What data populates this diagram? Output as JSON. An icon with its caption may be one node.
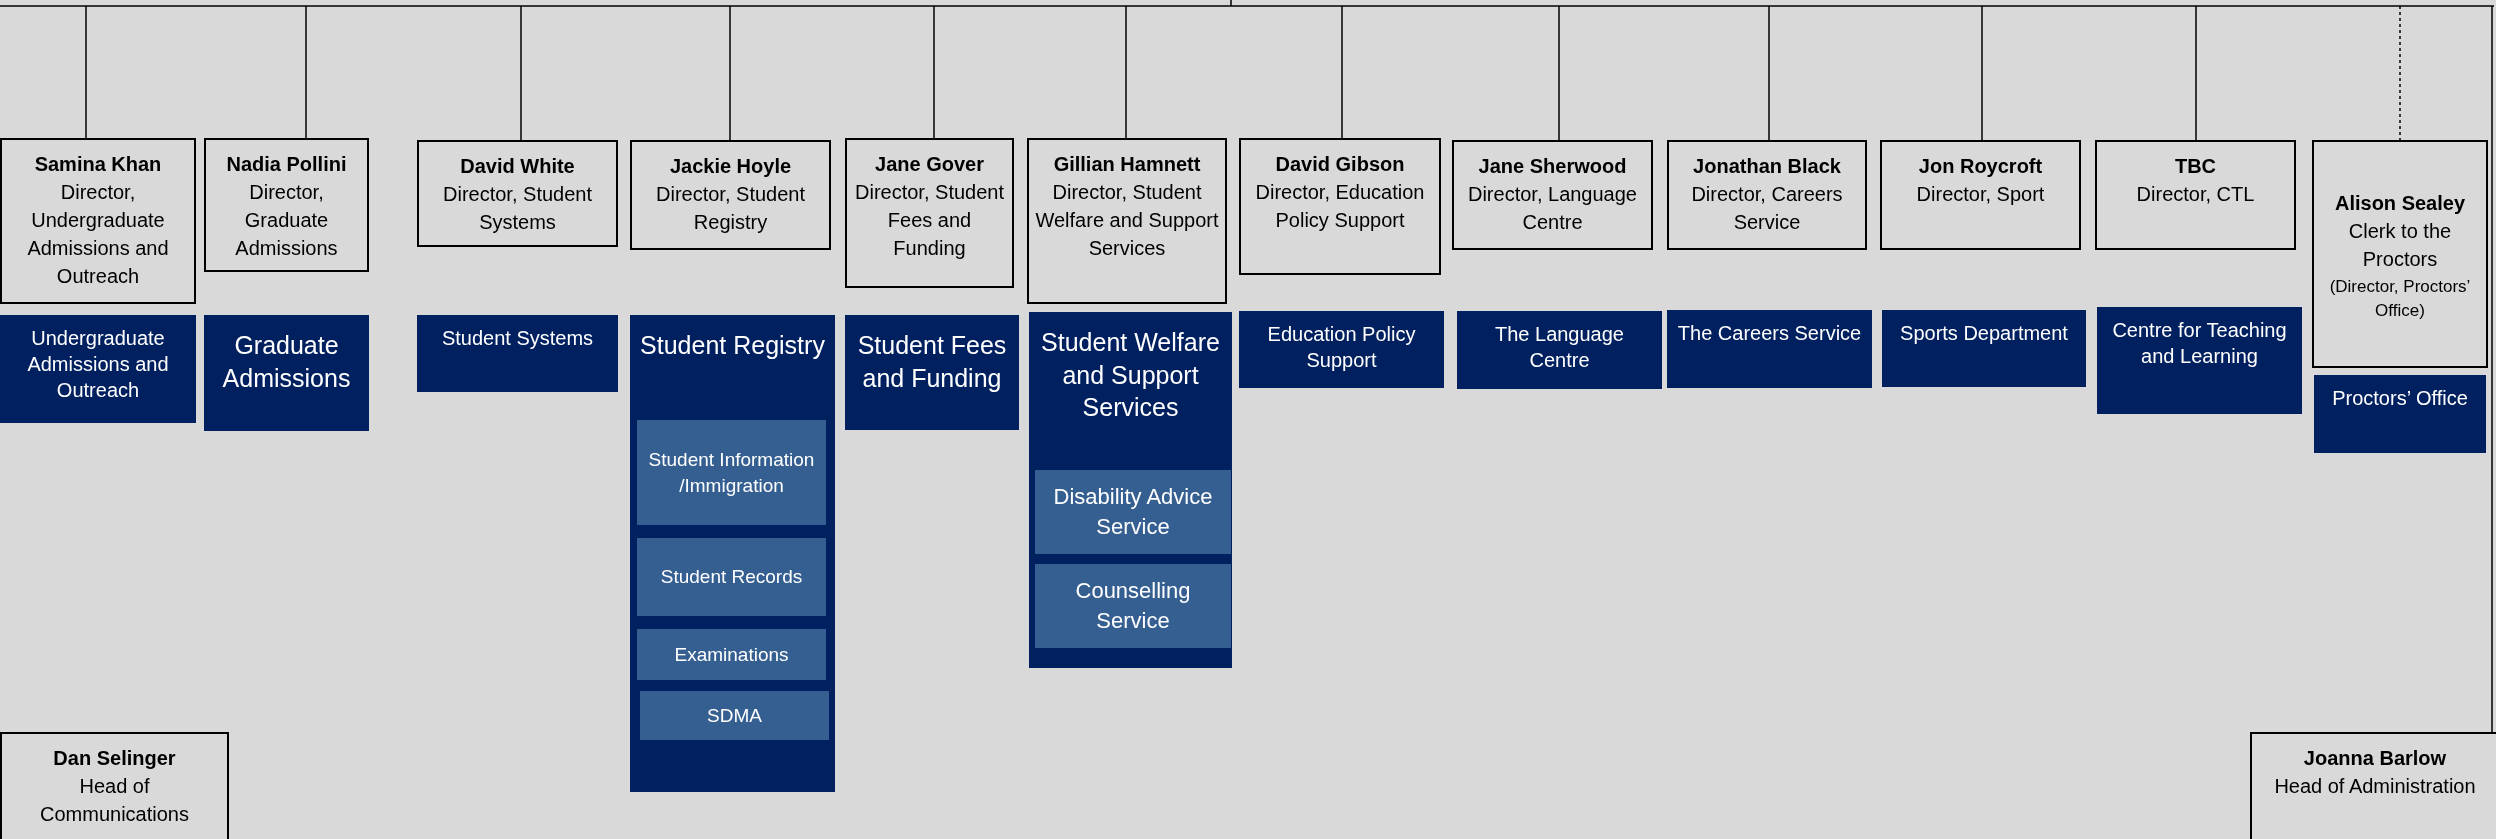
{
  "diagram": {
    "nodes": [
      {
        "text": [
          "Samina Khan",
          "Director, Undergraduate Admissions and Outreach"
        ]
      },
      {
        "text": [
          "Undergraduate Admissions and Outreach"
        ]
      },
      {
        "text": [
          "Nadia Pollini",
          "Director, Graduate Admissions"
        ]
      },
      {
        "text": [
          "Graduate Admissions"
        ]
      },
      {
        "text": [
          "David White",
          "Director, Student Systems"
        ]
      },
      {
        "text": [
          "Student Systems"
        ]
      },
      {
        "text": [
          "Jackie Hoyle",
          "Director, Student Registry"
        ]
      },
      {
        "text": [
          "Student Registry"
        ]
      },
      {
        "text": [
          "Student Information /Immigration"
        ],
        "in": 7
      },
      {
        "text": [
          "Student Records"
        ],
        "in": 7
      },
      {
        "text": [
          "Examinations"
        ],
        "in": 7
      },
      {
        "text": [
          "SDMA"
        ],
        "in": 7
      },
      {
        "text": [
          "Jane Gover",
          "Director, Student Fees and Funding"
        ]
      },
      {
        "text": [
          "Student Fees and Funding"
        ]
      },
      {
        "text": [
          "Gillian Hamnett",
          "Director, Student Welfare and Support Services"
        ]
      },
      {
        "text": [
          "Student Welfare and Support Services"
        ]
      },
      {
        "text": [
          "Disability Advice Service"
        ],
        "in": 15
      },
      {
        "text": [
          "Counselling Service"
        ],
        "in": 15
      },
      {
        "text": [
          "David Gibson",
          "Director, Education Policy Support"
        ]
      },
      {
        "text": [
          "Education Policy Support"
        ]
      },
      {
        "text": [
          "Jane Sherwood",
          "Director, Language Centre"
        ]
      },
      {
        "text": [
          "The Language Centre"
        ]
      },
      {
        "text": [
          "Jonathan Black",
          "Director, Careers Service"
        ]
      },
      {
        "text": [
          "The Careers Service"
        ]
      },
      {
        "text": [
          "Jon Roycroft",
          "Director, Sport"
        ]
      },
      {
        "text": [
          "Sports Department"
        ]
      },
      {
        "text": [
          "TBC",
          "Director, CTL"
        ]
      },
      {
        "text": [
          "Centre for Teaching and Learning"
        ]
      },
      {
        "text": [
          "Alison Sealey",
          "Clerk to the Proctors",
          "(Director, Proctors’ Office)"
        ]
      },
      {
        "text": [
          "Proctors’ Office"
        ]
      },
      {
        "text": [
          "Dan Selinger",
          "Head of Communications"
        ]
      },
      {
        "text": [
          "Joanna Barlow",
          "Head of Administration"
        ]
      }
    ],
    "edges": [
      {
        "from": null,
        "to": 0,
        "arrow": "none"
      },
      {
        "from": null,
        "to": 2,
        "arrow": "none"
      },
      {
        "from": null,
        "to": 4,
        "arrow": "none"
      },
      {
        "from": null,
        "to": 6,
        "arrow": "none"
      },
      {
        "from": null,
        "to": 12,
        "arrow": "none"
      },
      {
        "from": null,
        "to": 14,
        "arrow": "none"
      },
      {
        "from": null,
        "to": 18,
        "arrow": "none"
      },
      {
        "from": null,
        "to": 20,
        "arrow": "none"
      },
      {
        "from": null,
        "to": 22,
        "arrow": "none"
      },
      {
        "from": null,
        "to": 24,
        "arrow": "none"
      },
      {
        "from": null,
        "to": 26,
        "arrow": "none"
      },
      {
        "from": null,
        "to": 28,
        "arrow": "none",
        "style": "dashed"
      },
      {
        "from": null,
        "to": 31,
        "arrow": "none"
      }
    ]
  }
}
